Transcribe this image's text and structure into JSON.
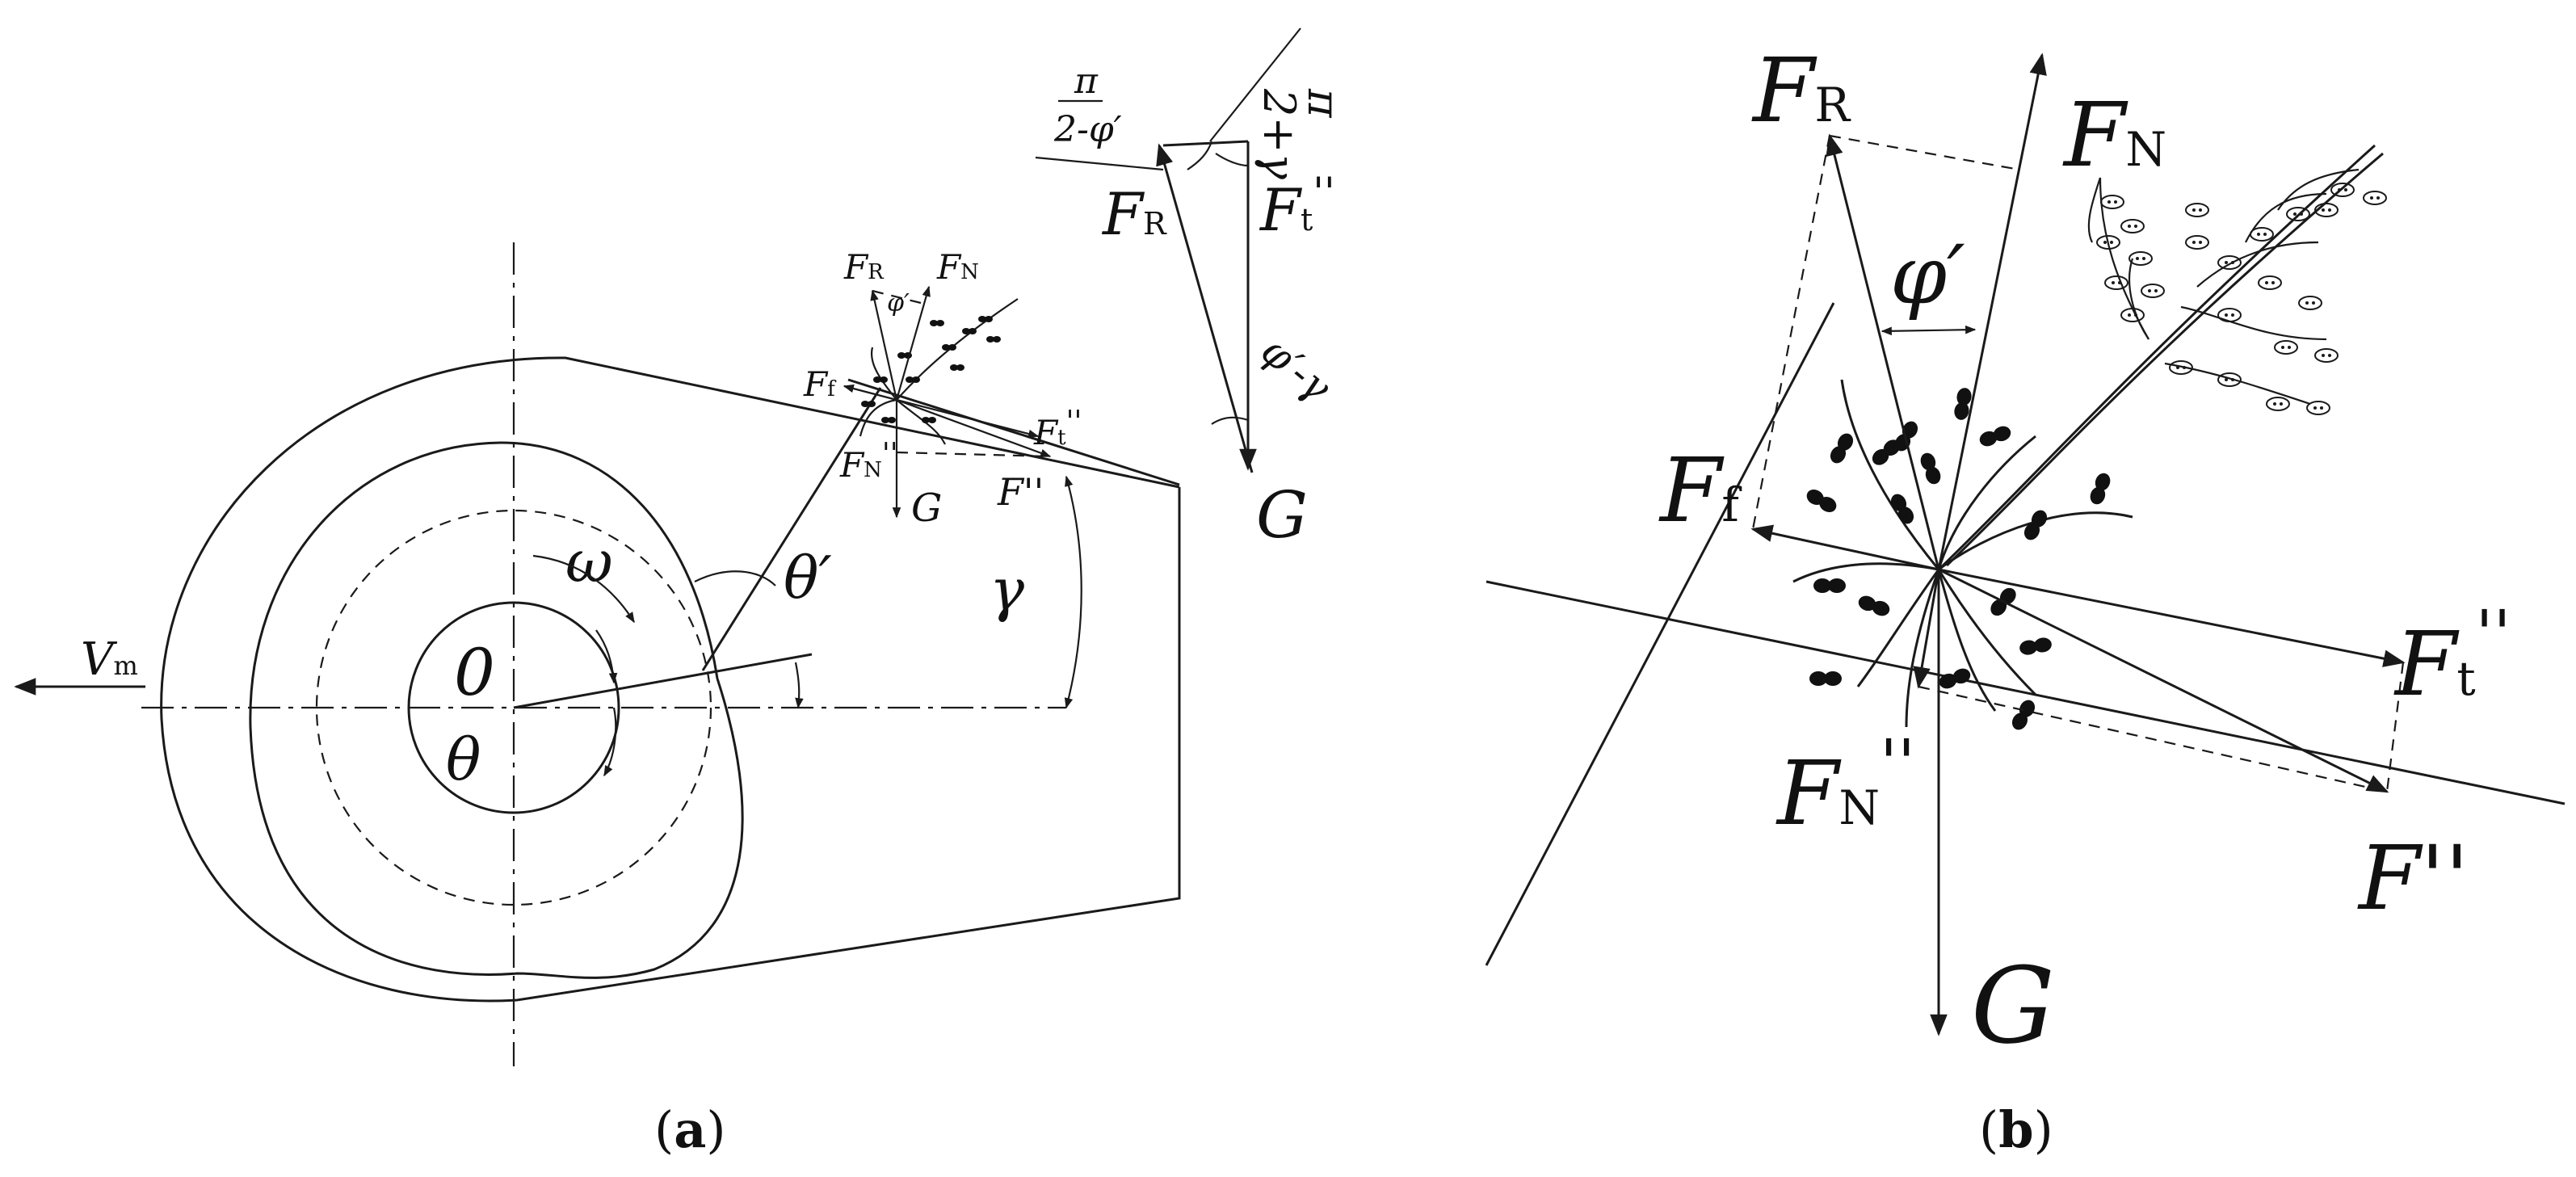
{
  "panel_a": {
    "caption_open": "(",
    "caption_letter": "a",
    "caption_close": ")",
    "labels": {
      "vm": "V",
      "vm_sub": "m",
      "origin": "0",
      "theta": "θ",
      "omega": "ω",
      "theta_prime": "θ′",
      "gamma": "γ",
      "fr": "F",
      "fr_sub": "R",
      "fn": "F",
      "fn_sub": "N",
      "phi_prime": "φ′",
      "ff": "F",
      "ff_sub": "f",
      "ft": "F",
      "ft_sub": "t",
      "ft_primes": "''",
      "fnpp": "F",
      "fnpp_sub": "N",
      "fnpp_primes": "''",
      "g": "G",
      "fpp": "F''"
    },
    "triangle": {
      "pi_num": "π",
      "pi_den": "2-φ′",
      "pi_gamma_num": "π",
      "pi_gamma_den": "2+γ",
      "fr": "F",
      "fr_sub": "R",
      "ft": "F",
      "ft_sub": "t",
      "ft_primes": "''",
      "phi_gamma": "φ′-γ",
      "g": "G"
    }
  },
  "panel_b": {
    "caption_open": "(",
    "caption_letter": "b",
    "caption_close": ")",
    "labels": {
      "fr": "F",
      "fr_sub": "R",
      "fn": "F",
      "fn_sub": "N",
      "phi_prime": "φ′",
      "ff": "F",
      "ff_sub": "f",
      "ft": "F",
      "ft_sub": "t",
      "ft_primes": "''",
      "fnpp": "F",
      "fnpp_sub": "N",
      "fnpp_primes": "''",
      "fpp": "F''",
      "g": "G"
    }
  }
}
